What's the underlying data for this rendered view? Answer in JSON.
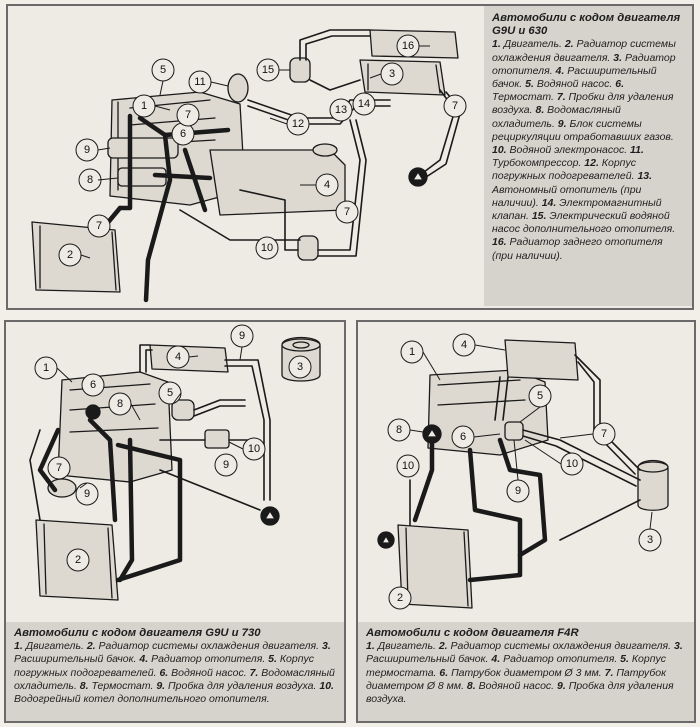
{
  "panel_top": {
    "caption": {
      "heading": "Автомобили с кодом двигателя G9U и 630",
      "items": [
        {
          "n": "1.",
          "t": "Двигатель."
        },
        {
          "n": "2.",
          "t": "Радиатор системы охлаждения двигателя."
        },
        {
          "n": "3.",
          "t": "Радиатор отопителя."
        },
        {
          "n": "4.",
          "t": "Расширительный бачок."
        },
        {
          "n": "5.",
          "t": "Водяной насос."
        },
        {
          "n": "6.",
          "t": "Термостат."
        },
        {
          "n": "7.",
          "t": "Пробки для удаления воздуха."
        },
        {
          "n": "8.",
          "t": "Водомасляный охладитель."
        },
        {
          "n": "9.",
          "t": "Блок системы рециркуляции отработавших газов."
        },
        {
          "n": "10.",
          "t": "Водяной электронасос."
        },
        {
          "n": "11.",
          "t": "Турбокомпрессор."
        },
        {
          "n": "12.",
          "t": "Корпус погружных подогревателей."
        },
        {
          "n": "13.",
          "t": "Автономный отопитель (при наличии)."
        },
        {
          "n": "14.",
          "t": "Электромагнитный клапан."
        },
        {
          "n": "15.",
          "t": "Электрический водяной насос дополнительного отопителя."
        },
        {
          "n": "16.",
          "t": "Радиатор заднего отопителя (при наличии)."
        }
      ]
    },
    "labels": [
      "1",
      "2",
      "3",
      "4",
      "5",
      "6",
      "7",
      "7",
      "7",
      "7",
      "8",
      "9",
      "10",
      "11",
      "12",
      "13",
      "14",
      "15",
      "16"
    ]
  },
  "panel_left": {
    "caption": {
      "heading": "Автомобили с кодом двигателя G9U и 730",
      "items": [
        {
          "n": "1.",
          "t": "Двигатель."
        },
        {
          "n": "2.",
          "t": "Радиатор системы охлаждения двигателя."
        },
        {
          "n": "3.",
          "t": "Расширительный бачок."
        },
        {
          "n": "4.",
          "t": "Радиатор отопителя."
        },
        {
          "n": "5.",
          "t": "Корпус погружных подогревателей."
        },
        {
          "n": "6.",
          "t": "Водяной насос."
        },
        {
          "n": "7.",
          "t": "Водомасляный охладитель."
        },
        {
          "n": "8.",
          "t": "Термостат."
        },
        {
          "n": "9.",
          "t": "Пробка для удаления воздуха."
        },
        {
          "n": "10.",
          "t": "Водогрейный котел дополнительного отопителя."
        }
      ]
    },
    "labels": [
      "1",
      "2",
      "3",
      "4",
      "5",
      "6",
      "7",
      "8",
      "9",
      "9",
      "9",
      "10"
    ]
  },
  "panel_right": {
    "caption": {
      "heading": "Автомобили с кодом двигателя F4R",
      "items": [
        {
          "n": "1.",
          "t": "Двигатель."
        },
        {
          "n": "2.",
          "t": "Радиатор системы охлаждения двигателя."
        },
        {
          "n": "3.",
          "t": "Расширительный бачок."
        },
        {
          "n": "4.",
          "t": "Радиатор отопителя."
        },
        {
          "n": "5.",
          "t": "Корпус термостата."
        },
        {
          "n": "6.",
          "t": "Патрубок диаметром Ø 3 мм."
        },
        {
          "n": "7.",
          "t": "Патрубок диаметром Ø 8 мм."
        },
        {
          "n": "8.",
          "t": "Водяной насос."
        },
        {
          "n": "9.",
          "t": "Пробка для удаления воздуха."
        }
      ]
    },
    "labels": [
      "1",
      "2",
      "3",
      "4",
      "5",
      "6",
      "7",
      "8",
      "9",
      "10"
    ]
  }
}
